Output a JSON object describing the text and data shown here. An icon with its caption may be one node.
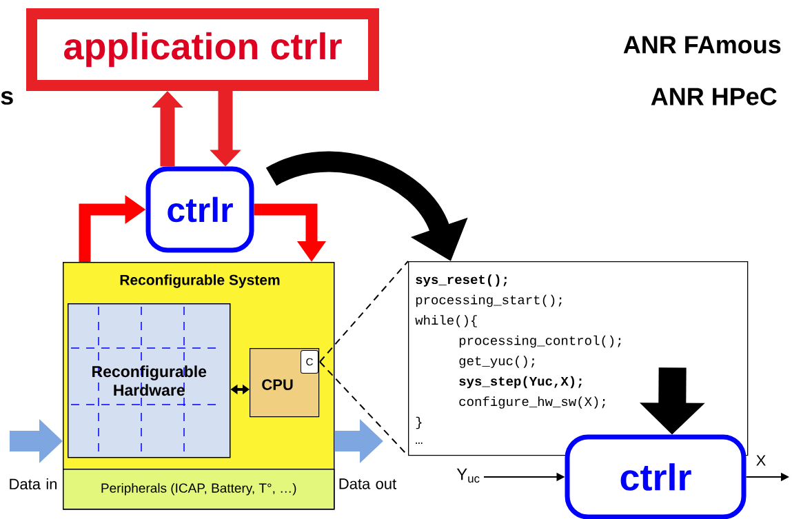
{
  "diagram": {
    "nodes": [
      {
        "text": [
          "application ctrlr"
        ]
      },
      {
        "text": [
          "ctrlr"
        ]
      },
      {
        "text": [
          "Reconfigurable System"
        ]
      },
      {
        "text": [
          "Reconfigurable Hardware"
        ],
        "in": 2
      },
      {
        "text": [
          "CPU"
        ],
        "in": 2
      },
      {
        "text": [
          "C"
        ],
        "in": 4
      },
      {
        "text": [
          "Peripherals (ICAP, Battery, T°, …)"
        ],
        "in": 2
      },
      {
        "text": [
          "sys_reset();",
          "processing_start();",
          "while(){",
          "processing_control();",
          "get_yuc();",
          "sys_step(Yuc,X);",
          "configure_hw_sw(X);",
          "}",
          "…"
        ]
      },
      {
        "text": [
          "ctrlr"
        ]
      }
    ],
    "edges": [
      {
        "from": 1,
        "to": 0,
        "arrow": "to",
        "color": "#e82127"
      },
      {
        "from": 0,
        "to": 1,
        "arrow": "to",
        "color": "#e82127"
      },
      {
        "from": 2,
        "to": 1,
        "arrow": "to",
        "color": "#ff0000"
      },
      {
        "from": 1,
        "to": 2,
        "arrow": "to",
        "color": "#ff0000"
      },
      {
        "from": 1,
        "to": 7,
        "arrow": "to"
      },
      {
        "from": 3,
        "to": 4,
        "arrow": "both"
      },
      {
        "from": 5,
        "to": 7,
        "arrow": "none",
        "style": "dashed"
      },
      {
        "from": 5,
        "to": 7,
        "arrow": "none",
        "style": "dashed"
      },
      {
        "from": 7,
        "to": 8,
        "arrow": "to",
        "style": "thick"
      },
      {
        "from": null,
        "to": 2,
        "arrow": "to",
        "label": "Data in",
        "color": "#7ea6e0"
      },
      {
        "from": 2,
        "to": null,
        "arrow": "to",
        "label": "Data out",
        "color": "#7ea6e0"
      },
      {
        "from": null,
        "to": 8,
        "arrow": "to",
        "label": "Y$_{uc}$"
      },
      {
        "from": 8,
        "to": null,
        "arrow": "to",
        "label": "X"
      }
    ],
    "labels": [
      "s",
      "ANR FAmous",
      "ANR HPeC"
    ]
  }
}
